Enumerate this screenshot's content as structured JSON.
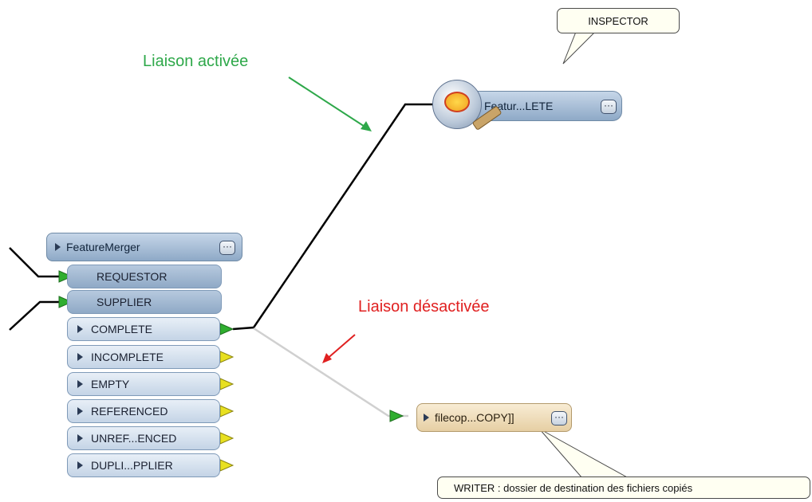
{
  "callouts": {
    "inspector": "INSPECTOR",
    "writer": "WRITER : dossier de destination des fichiers copiés"
  },
  "annotations": {
    "active": {
      "text": "Liaison activée",
      "color": "#2ea84a"
    },
    "inactive": {
      "text": "Liaison désactivée",
      "color": "#e02020"
    }
  },
  "feature_merger": {
    "title": "FeatureMerger",
    "inputs": [
      "REQUESTOR",
      "SUPPLIER"
    ],
    "outputs": [
      "COMPLETE",
      "INCOMPLETE",
      "EMPTY",
      "REFERENCED",
      "UNREF...ENCED",
      "DUPLI...PPLIER"
    ]
  },
  "inspector_node": {
    "title": "Featur...LETE"
  },
  "writer_node": {
    "title": "filecop...COPY]]"
  },
  "more_glyph": "···",
  "colors": {
    "active_link": "#000000",
    "inactive_link": "#d0d0d0",
    "port_connected": "#2fae2f",
    "port_unconnected": "#e8e020"
  }
}
